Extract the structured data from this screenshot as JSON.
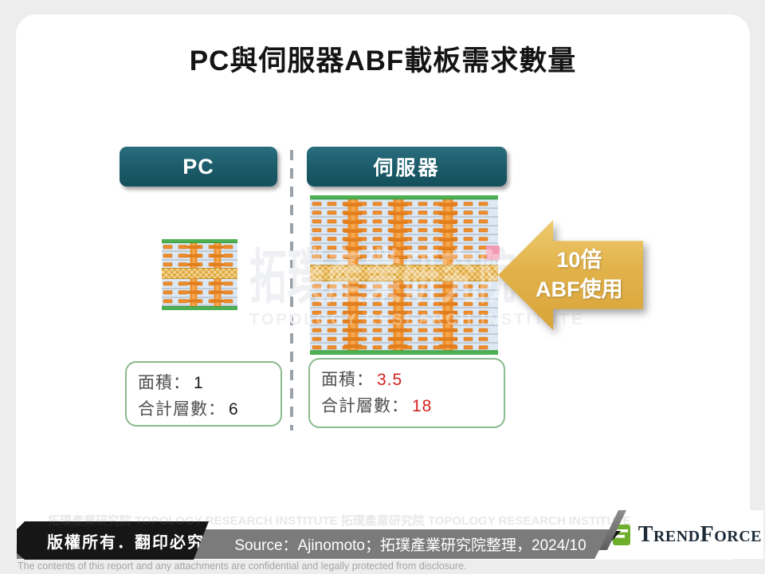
{
  "slide": {
    "title": "PC與伺服器ABF載板需求數量",
    "watermark": {
      "cjk": "拓璞產業研究院",
      "latin": "TOPOLOGY RESEARCH INSTITUTE",
      "ghost": "拓璞產業研究院 TOPOLOGY RESEARCH INSTITUTE 拓璞產業研究院 TOPOLOGY RESEARCH INSTITUTE"
    },
    "panels": {
      "pc": {
        "header": "PC",
        "area_label": "面積：",
        "area_value": "1",
        "layers_label": "合計層數：",
        "layers_value": "6"
      },
      "server": {
        "header": "伺服器",
        "area_label": "面積：",
        "area_value": "3.5",
        "layers_label": "合計層數：",
        "layers_value": "18"
      }
    },
    "callout": {
      "line1": "10倍",
      "line2": "ABF使用"
    },
    "footer": {
      "copyright": "版權所有．翻印必究",
      "source": "Source：Ajinomoto；拓璞產業研究院整理，2024/10",
      "brand": "TrendForce",
      "disclaimer": "The contents of this report and any attachments are confidential and legally protected from disclosure."
    },
    "colors": {
      "header_teal": "#1b5a68",
      "arrow_gold": "#e2b24a",
      "highlight_red": "#d3231e",
      "box_border_green": "#8abb8d",
      "board_orange": "#ee8d2b",
      "board_core_tan": "#dda63f",
      "board_green": "#4db052",
      "board_blue": "#dce8f4",
      "bar_gray": "#7b7b7b",
      "bar_black": "#161616",
      "pink_marker": "#f19cb4"
    }
  }
}
